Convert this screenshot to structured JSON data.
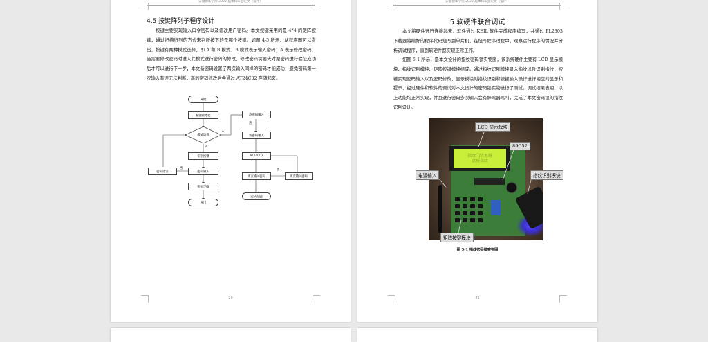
{
  "left_page": {
    "running_header": "安徽新华学院 2022 届本科毕业论文（设计）",
    "section_title": "4.5 按键阵列子程序设计",
    "paragraph": "按键主要实现输入口令密码以及修改用户密码。本文按键采用的是 4*4 的矩阵按键，通过扫描行列的方式来判断按下的是哪个按键。如图 4-5 所示，从程序图可以看出，按键有两种模式选择，即 A 和 B 模式，B 模式表示输入密码；A 表示修改密码，当需要修改密码时进入此模式进行密码的修改，修改密码需要先对原密码进行验证成功后才可以进行下一步，本文新密码设置了两次输入同样的密码才能成功，避免密码第一次输入有误无法判断，新的密码修改后会通过 AT24C02 存储起来。",
    "page_number": "20",
    "flowchart": {
      "start": "开始",
      "init": "按键初始化",
      "mode_select": "模式选择",
      "branch_a": "A",
      "branch_b": "B",
      "no_label_1": "否",
      "no_label_2": "否",
      "no_label_3": "否",
      "enter_password": "识别按键",
      "password_input": "密码输入",
      "password_wrong": "密码错误",
      "password_correct": "密码正确",
      "unlock": "开门",
      "old_password_input": "原密码输入",
      "new_password_input": "新密码输入",
      "at24c02": "AT24C02",
      "reenter_password": "再次输入密码",
      "reenter_password_2": "再次输入密码",
      "done": "完成返回"
    }
  },
  "right_page": {
    "running_header": "安徽新华学院 2022 届本科毕业论文（设计）",
    "chapter_title": "5  软硬件联合调试",
    "paragraph_1": "本文将硬件进行连接起来，软件通过 KEIL 软件完成程序编写，并通过 PL2303 下载器将编好的程序代码烧写到单片机，在烧写程序过程中，观察运行程序的情况并分析调试程序，直到软硬件都实现正常工作。",
    "paragraph_2": "如图 5-1 所示，是本文设计的指纹密码锁实物图，该系统硬件主要有 LCD 显示模块、指纹识别模块、矩阵按键模块组成。通过指纹识别模块录入指纹以及识别指纹，按键实现密码输入以及密码修改，显示模块对指纹识别和按键输入操作进行相应的显示和提示，经过硬件和软件的调试对本文设计的密码锁实物进行了测试。调试结果表明：以上功能均正常实现，并且进行密码多次输入会有蜂鸣器鸣叫，完成了本文密码锁的指纹识别设计。",
    "photo": {
      "lcd_text_line1": "指纹门禁系统",
      "lcd_text_line2": "请按指纹",
      "callout_lcd": "LCD 显示模块",
      "callout_mcu": "89C52",
      "callout_power": "电源输入",
      "callout_fp": "指纹识别模块",
      "callout_keypad": "矩阵按键模块"
    },
    "figure_caption": "图 5-1  指纹密码锁实物图",
    "page_number": "21"
  }
}
